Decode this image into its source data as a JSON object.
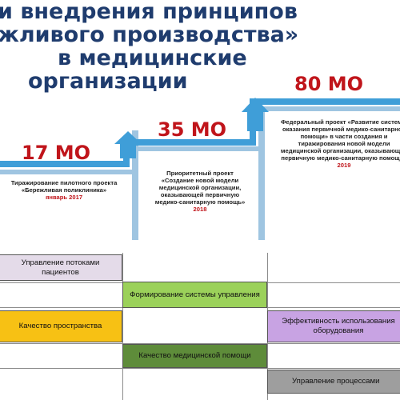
{
  "title": {
    "lines": [
      "и внедрения принципов",
      "жливого производства»",
      "в медицинские",
      "организации"
    ]
  },
  "steps": [
    {
      "value": "17 МО",
      "description": "Тиражирование пилотного проекта «Бережливая поликлиника»",
      "date": "январь 2017"
    },
    {
      "value": "35 МО",
      "description": "Приоритетный проект «Создание новой модели медицинской организации, оказывающей первичную медико-санитарную помощь»",
      "date": "2018"
    },
    {
      "value": "80 МО",
      "description": "Федеральный проект «Развитие системы оказания первичной медико-санитарной помощи» в части создания и тиражирования новой модели медицинской организации, оказывающей первичную медико-санитарную помощь»",
      "date": "2019"
    }
  ],
  "bars": [
    {
      "label": "Управление потоками пациентов",
      "color": "#e4dbe9"
    },
    {
      "label": "Формирование системы управления",
      "color": "#9bd15a"
    },
    {
      "label": "Качество пространства",
      "color": "#f7c114"
    },
    {
      "label": "Эффективность использования оборудования",
      "color": "#c8a3e3"
    },
    {
      "label": "Качество медицинской помощи",
      "color": "#5e8c3a"
    },
    {
      "label": "Управление процессами",
      "color": "#9e9e9e"
    }
  ],
  "colors": {
    "title": "#1f3c6e",
    "step_value": "#c0151b",
    "staircase": "#3f9ed8",
    "staircase_shadow": "#9fc5e1"
  }
}
